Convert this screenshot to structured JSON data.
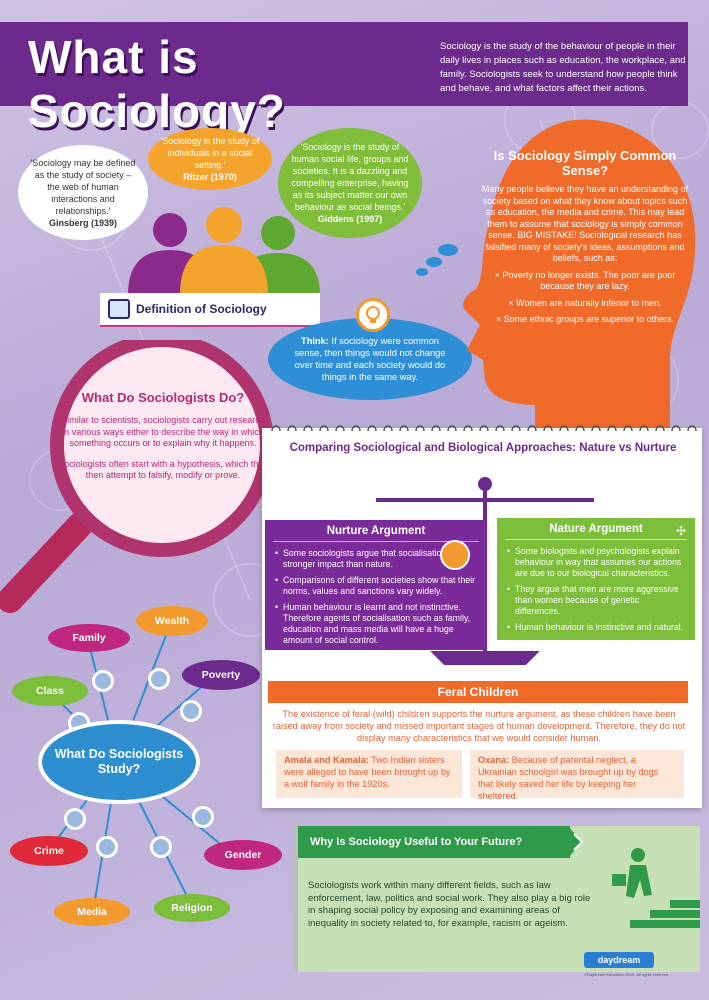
{
  "header": {
    "title": "What is Sociology?",
    "intro": "Sociology is the study of the behaviour of people in their daily lives in places such as education, the workplace, and family. Sociologists seek to understand how people think and behave, and what factors affect their actions."
  },
  "quotes": [
    {
      "text": "'Sociology may be defined as the study of society – the web of human interactions and relationships.'",
      "author": "Ginsberg (1939)"
    },
    {
      "text": "'Sociology is the study of individuals in a social setting.'",
      "author": "Ritzer (1970)"
    },
    {
      "text": "'Sociology is the study of human social life, groups and societies. It is a dazzling and compelling enterprise, having as its subject matter our own behaviour as social beings.'",
      "author": "Giddens (1997)"
    }
  ],
  "definition": {
    "label": "Definition of Sociology"
  },
  "think": {
    "label": "Think:",
    "text": "If sociology were common sense, then things would not change over time and each society would do things in the same way."
  },
  "common_sense": {
    "title": "Is Sociology Simply Common Sense?",
    "body": "Many people believe they have an understanding of society based on what they know about topics such as education, the media and crime. This may lead them to assume that sociology is simply common sense. BIG MISTAKE! Sociological research has falsified many of society's ideas, assumptions and beliefs, such as:",
    "items": [
      "× Poverty no longer exists. The poor are poor because they are lazy.",
      "× Women are naturally inferior to men.",
      "× Some ethnic groups are superior to others."
    ]
  },
  "sociologists_do": {
    "title": "What Do Sociologists Do?",
    "p1": "Similar to scientists, sociologists carry out research in various ways either to describe the way in which something occurs or to explain why it happens.",
    "p2": "Sociologists often start with a hypothesis, which they then attempt to falsify, modify or prove."
  },
  "comparing": {
    "title": "Comparing Sociological and Biological Approaches: Nature vs Nurture",
    "nurture": {
      "title": "Nurture Argument",
      "items": [
        "Some sociologists argue that socialisation has a stronger impact than nature.",
        "Comparisons of different societies show that their norms, values and sanctions vary widely.",
        "Human behaviour is learnt and not instinctive. Therefore agents of socialisation such as family, education and mass media will have a huge amount of social control."
      ]
    },
    "nature": {
      "title": "Nature Argument",
      "items": [
        "Some biologists and psychologists explain behaviour in way that assumes our actions are due to our biological characteristics.",
        "They argue that men are more aggressive than women because of genetic differences.",
        "Human behaviour is instinctive and natural."
      ]
    }
  },
  "feral": {
    "title": "Feral Children",
    "body": "The existence of feral (wild) children supports the nurture argument, as these children have been raised away from society and missed important stages of human development. Therefore, they do not display many characteristics that we would consider human.",
    "case1_name": "Amala and Kamala:",
    "case1_text": "Two Indian sisters were alleged to have been brought up by a wolf family in the 1920s.",
    "case2_name": "Oxana:",
    "case2_text": "Because of parental neglect, a Ukrainian schoolgirl was brought up by dogs that likely saved her life by keeping her sheltered."
  },
  "study": {
    "center": "What Do Sociologists Study?",
    "topics": [
      "Family",
      "Wealth",
      "Poverty",
      "Class",
      "Crime",
      "Media",
      "Religion",
      "Gender"
    ]
  },
  "useful": {
    "title": "Why Is Sociology Useful to Your Future?",
    "body": "Sociologists work within many different fields, such as law enforcement, law, politics and social work. They also play a big role in shaping social policy by exposing and examining areas of inequality in society related to, for example, racism or ageism."
  },
  "brand": {
    "logo": "daydream",
    "copyright": "©Daydream Education 2015. All rights reserved."
  },
  "colors": {
    "purple": "#6b2a8c",
    "orange": "#f06a2a",
    "green": "#7cbd3a",
    "blue": "#2d8fd0",
    "pink": "#c03a8a"
  }
}
